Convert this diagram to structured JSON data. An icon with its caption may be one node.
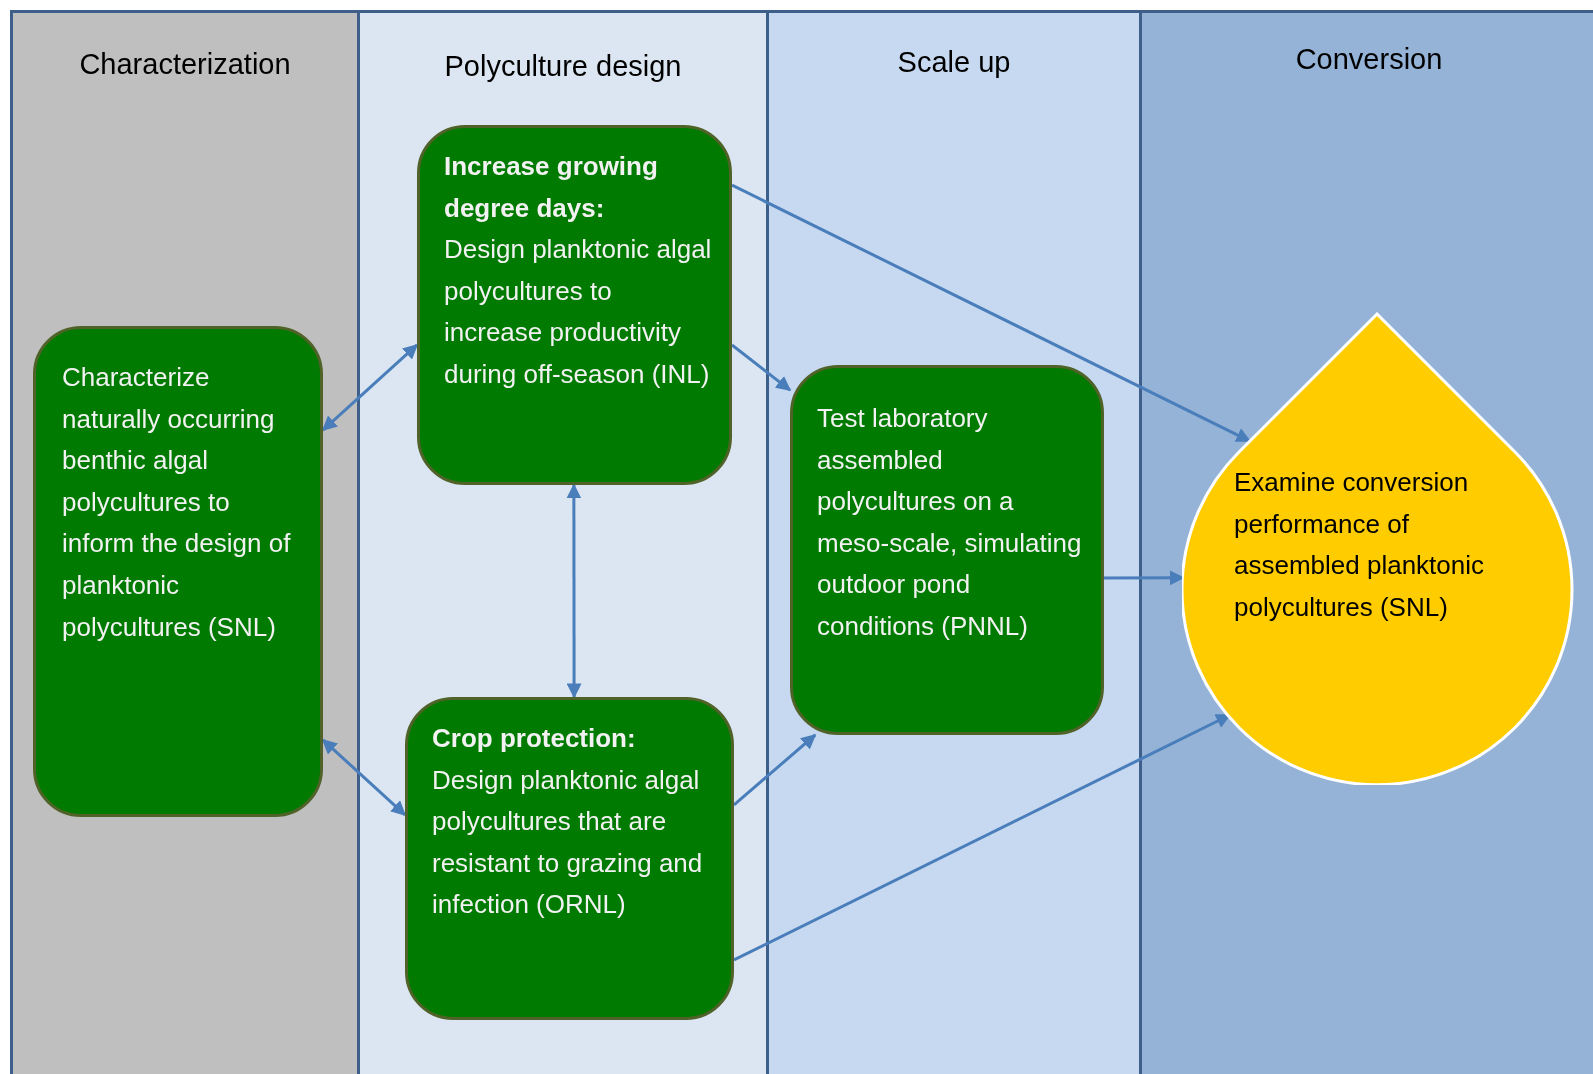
{
  "diagram": {
    "nodes": [
      {
        "text": [
          "Characterization"
        ]
      },
      {
        "text": [
          "Polyculture design"
        ]
      },
      {
        "text": [
          "Scale up"
        ]
      },
      {
        "text": [
          "Conversion"
        ]
      },
      {
        "text": [
          "Characterize naturally occurring benthic algal polycultures to inform the design of planktonic polycultures (SNL)"
        ],
        "in": 0
      },
      {
        "text": [
          "Increase growing degree days:",
          "Design planktonic algal polycultures to increase productivity during off-season (INL)"
        ],
        "in": 1
      },
      {
        "text": [
          "Crop protection:",
          "Design planktonic algal polycultures that are resistant to grazing and infection (ORNL)"
        ],
        "in": 1
      },
      {
        "text": [
          "Test laboratory assembled polycultures on a meso-scale, simulating outdoor pond conditions (PNNL)"
        ],
        "in": 2
      },
      {
        "text": [
          "Examine conversion performance of assembled planktonic polycultures (SNL)"
        ],
        "in": 3
      }
    ],
    "edges": [
      {
        "from": 4,
        "to": 5,
        "arrow": "both"
      },
      {
        "from": 4,
        "to": 6,
        "arrow": "both"
      },
      {
        "from": 5,
        "to": 6,
        "arrow": "both"
      },
      {
        "from": 5,
        "to": 7,
        "arrow": "to"
      },
      {
        "from": 6,
        "to": 7,
        "arrow": "to"
      },
      {
        "from": 5,
        "to": 8,
        "arrow": "to"
      },
      {
        "from": 7,
        "to": 8,
        "arrow": "to"
      },
      {
        "from": 6,
        "to": 8,
        "arrow": "to"
      }
    ]
  }
}
